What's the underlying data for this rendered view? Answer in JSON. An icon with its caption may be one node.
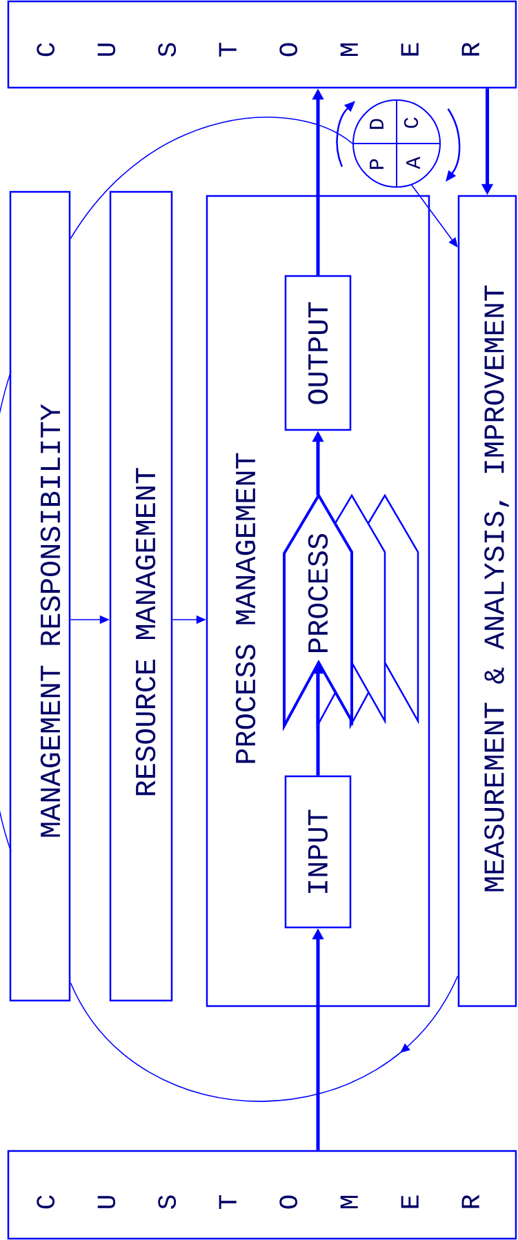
{
  "diagram": {
    "nodes": [
      {
        "text": [
          "C U S T O M E R"
        ]
      },
      {
        "text": [
          "MANAGEMENT RESPONSIBILITY"
        ]
      },
      {
        "text": [
          "RESOURCE MANAGEMENT"
        ]
      },
      {
        "text": [
          "PROCESS MANAGEMENT"
        ]
      },
      {
        "text": [
          "INPUT"
        ],
        "in": 3
      },
      {
        "text": [
          "PROCESS"
        ],
        "in": 3
      },
      {
        "text": [
          "OUTPUT"
        ],
        "in": 3
      },
      {
        "text": [
          "MEASUREMENT & ANALYSIS, IMPROVEMENT"
        ]
      },
      {
        "text": [
          "C U S T O M E R"
        ]
      },
      {
        "text": [
          "P",
          "D",
          "C",
          "A"
        ]
      }
    ],
    "edges": [
      {
        "from": 0,
        "to": 4,
        "arrow": "to",
        "style": "thick"
      },
      {
        "from": 4,
        "to": 5,
        "arrow": "to",
        "style": "thick"
      },
      {
        "from": 5,
        "to": 6,
        "arrow": "to",
        "style": "thick"
      },
      {
        "from": 6,
        "to": 8,
        "arrow": "to",
        "style": "thick"
      },
      {
        "from": 8,
        "to": 7,
        "arrow": "to",
        "style": "thick"
      },
      {
        "from": 1,
        "to": 2,
        "arrow": "to"
      },
      {
        "from": 2,
        "to": 3,
        "arrow": "to"
      },
      {
        "from": 7,
        "to": 1,
        "arrow": "to"
      },
      {
        "from": 1,
        "to": 9,
        "arrow": "none"
      },
      {
        "from": 9,
        "to": 7,
        "arrow": "to"
      }
    ]
  }
}
